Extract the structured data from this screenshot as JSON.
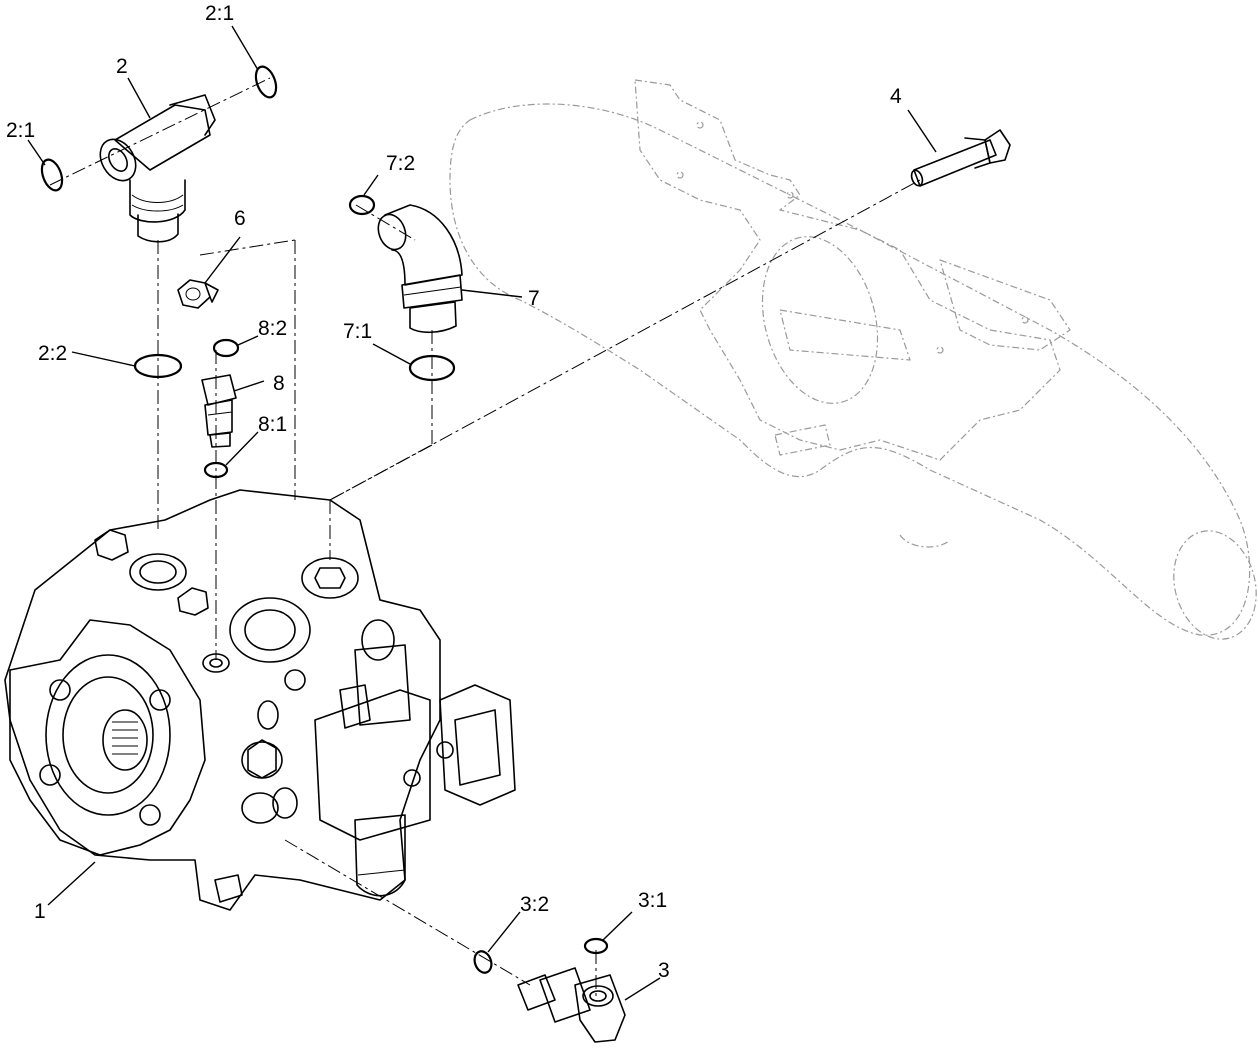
{
  "callouts": {
    "c1": "1",
    "c2": "2",
    "c2_1a": "2:1",
    "c2_1b": "2:1",
    "c2_2": "2:2",
    "c3": "3",
    "c3_1": "3:1",
    "c3_2": "3:2",
    "c4": "4",
    "c6": "6",
    "c7": "7",
    "c7_1": "7:1",
    "c7_2": "7:2",
    "c8": "8",
    "c8_1": "8:1",
    "c8_2": "8:2"
  }
}
